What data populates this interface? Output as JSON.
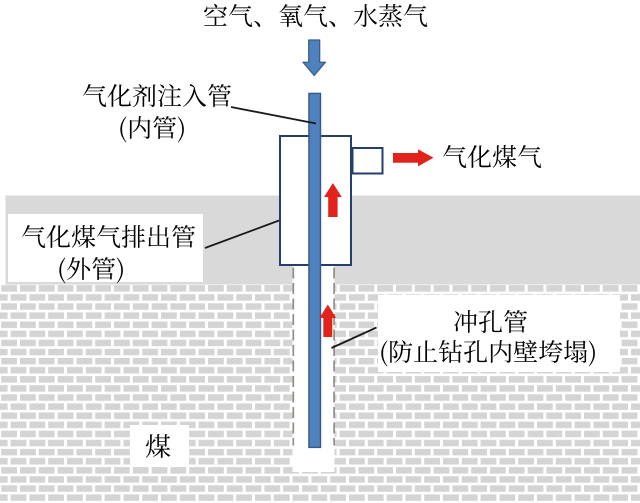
{
  "labels": {
    "feed_gases": {
      "text": "空气、氧气、水蒸气"
    },
    "injection_pipe": {
      "line1": "气化剂注入管",
      "line2": "(内管)"
    },
    "syngas_out": {
      "text": "气化煤气"
    },
    "discharge_pipe": {
      "line1": "气化煤气排出管",
      "line2": "(外管)"
    },
    "casing_pipe": {
      "line1": "冲孔管",
      "line2": "(防止钻孔内壁垮塌)"
    },
    "coal_seam": {
      "text": "煤"
    }
  },
  "icons": {
    "injection_flow": "down-arrow",
    "syngas_flow": "right-arrow",
    "annulus_flow_upper": "up-arrow",
    "annulus_flow_lower": "up-arrow"
  },
  "colors": {
    "pipe_blue": "#4f81bd",
    "pipe_blue_border": "#36598c",
    "box_border": "#263e6d",
    "arrow_red": "#e2231c",
    "soil_gray": "#d9d9d9",
    "brick_gray": "#d4d4d4",
    "borehole_dash": "#8c9184",
    "leader_line": "#1a1a1a",
    "text": "#000000",
    "background": "#ffffff"
  }
}
